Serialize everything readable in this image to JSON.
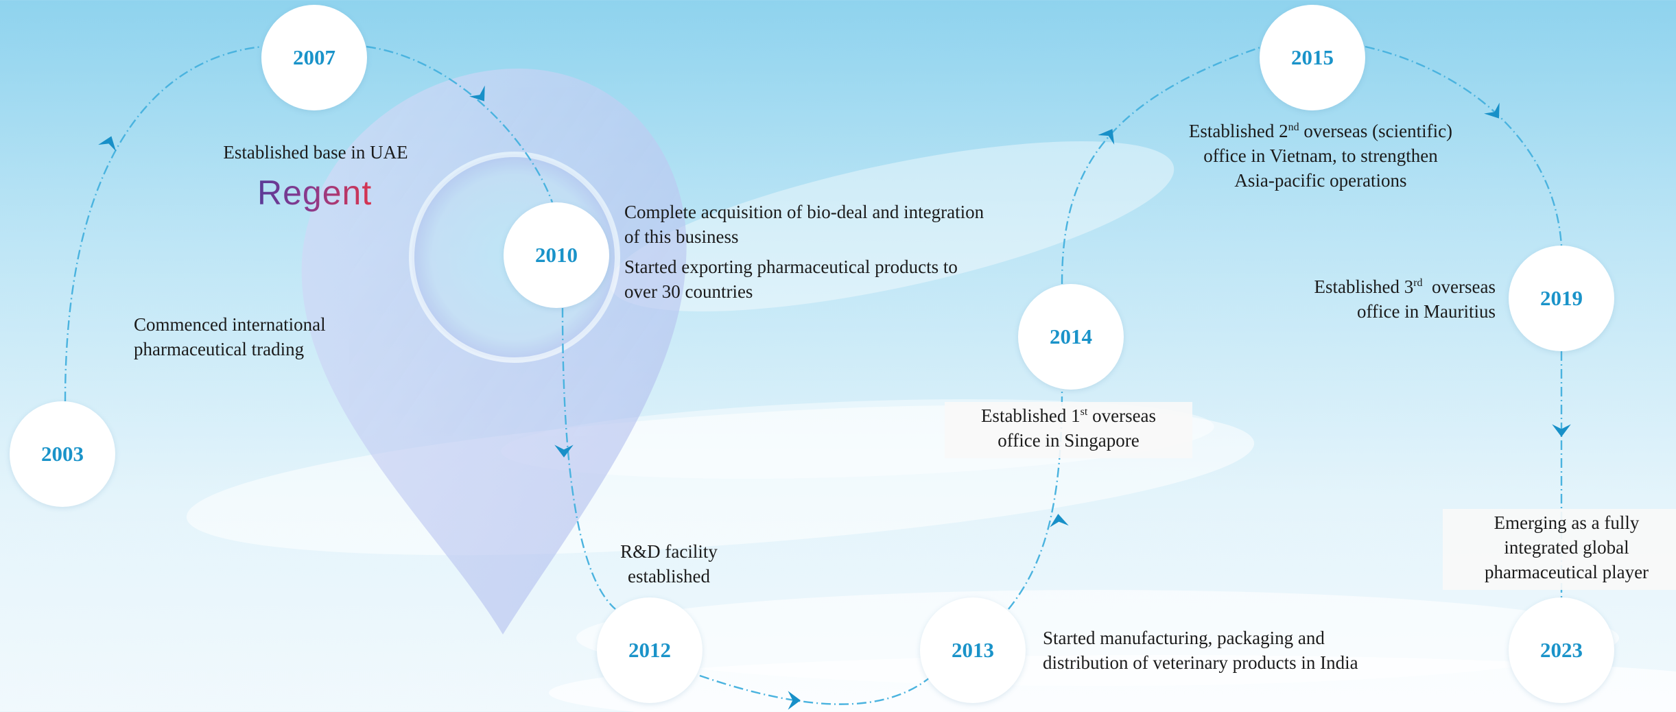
{
  "milestones": [
    {
      "key": "2003",
      "year": "2003",
      "lines": [
        {
          "text": "Commenced international"
        },
        {
          "text": "pharmaceutical trading"
        }
      ]
    },
    {
      "key": "2007",
      "year": "2007",
      "lines": [
        {
          "text": "Established base in UAE"
        }
      ],
      "logo": "Regent"
    },
    {
      "key": "2010",
      "year": "2010",
      "lines": [
        {
          "text": "Complete acquisition of bio-deal and integration"
        },
        {
          "text": "of this business"
        },
        {
          "text": "Started exporting pharmaceutical products to"
        },
        {
          "text": "over 30 countries"
        }
      ]
    },
    {
      "key": "2012",
      "year": "2012",
      "lines": [
        {
          "text": "R&D facility"
        },
        {
          "text": "established"
        }
      ]
    },
    {
      "key": "2013",
      "year": "2013",
      "lines": [
        {
          "text": "Started manufacturing, packaging and"
        },
        {
          "text": "distribution of veterinary products in India"
        }
      ]
    },
    {
      "key": "2014",
      "year": "2014",
      "lines": [
        {
          "text": "Established 1",
          "sup": "st",
          "after": " overseas"
        },
        {
          "text": "office in Singapore"
        }
      ]
    },
    {
      "key": "2015",
      "year": "2015",
      "lines": [
        {
          "text": "Established 2",
          "sup": "nd",
          "after": " overseas (scientific)"
        },
        {
          "text": "office in Vietnam, to strengthen"
        },
        {
          "text": "Asia-pacific operations"
        }
      ]
    },
    {
      "key": "2019",
      "year": "2019",
      "lines": [
        {
          "text": "Established 3",
          "sup": "rd",
          "after": "  overseas"
        },
        {
          "text": "office in Mauritius"
        }
      ]
    },
    {
      "key": "2023",
      "year": "2023",
      "lines": [
        {
          "text": "Emerging as a fully"
        },
        {
          "text": "integrated global"
        },
        {
          "text": "pharmaceutical player"
        }
      ]
    }
  ],
  "colors": {
    "accent": "#1a93c9",
    "path": "#4ab3df",
    "arrow": "#1890c8",
    "text": "#1b1b1b"
  },
  "icons": {
    "background": "location-pin-icon",
    "direction": "chevron-arrow-icon"
  }
}
